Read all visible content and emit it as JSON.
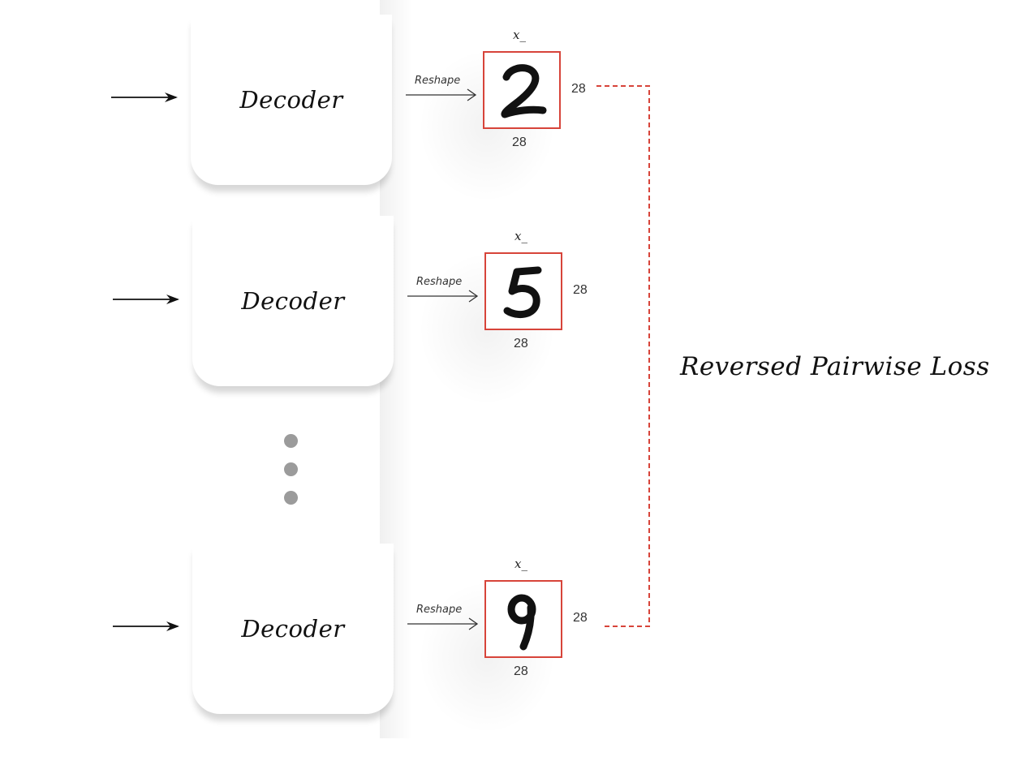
{
  "decoders": [
    {
      "label": "Decoder"
    },
    {
      "label": "Decoder"
    },
    {
      "label": "Decoder"
    }
  ],
  "reshape_label": "Reshape",
  "outputs": [
    {
      "symbol": "x_",
      "digit": "2",
      "width": "28",
      "height": "28"
    },
    {
      "symbol": "x_",
      "digit": "5",
      "width": "28",
      "height": "28"
    },
    {
      "symbol": "x_",
      "digit": "9",
      "width": "28",
      "height": "28"
    }
  ],
  "loss": {
    "label": "Reversed Pairwise Loss",
    "color": "#d7443a"
  },
  "colors": {
    "frame": "#d7443a",
    "ellipsis": "#9b9b9b"
  }
}
